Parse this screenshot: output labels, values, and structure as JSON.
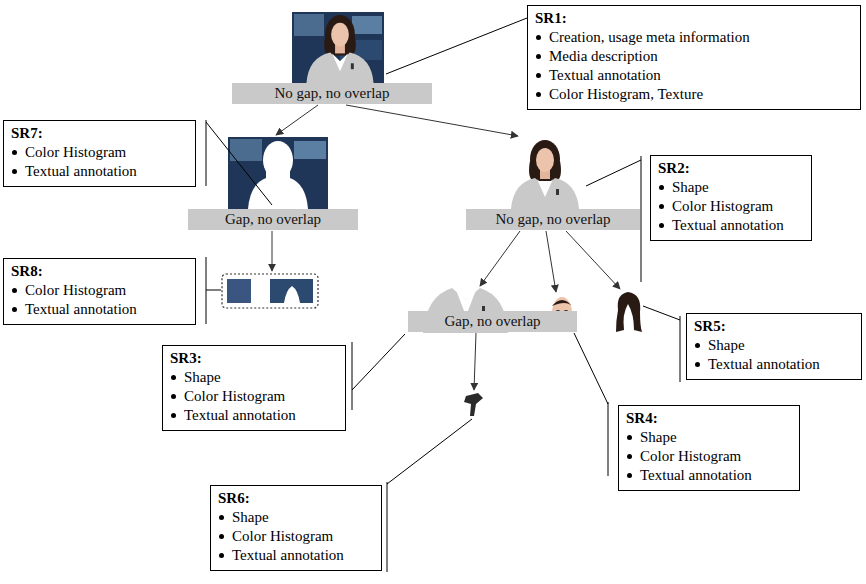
{
  "diagram": {
    "nodes": [
      {
        "text": [
          "SR1:",
          "Creation, usage meta information",
          "Media description",
          "Textual annotation",
          "Color Histogram, Texture"
        ]
      },
      {
        "text": [
          "No gap, no overlap"
        ]
      },
      {
        "text": [
          "SR7:",
          "Color Histogram",
          "Textual annotation"
        ]
      },
      {
        "text": [
          "SR2:",
          "Shape",
          "Color Histogram",
          "Textual annotation"
        ]
      },
      {
        "text": [
          "Gap, no overlap"
        ]
      },
      {
        "text": [
          "No gap, no overlap"
        ]
      },
      {
        "text": [
          "SR8:",
          "Color Histogram",
          "Textual annotation"
        ]
      },
      {
        "text": [
          "Gap, no overlap"
        ]
      },
      {
        "text": [
          "SR5:",
          "Shape",
          "Textual annotation"
        ]
      },
      {
        "text": [
          "SR3:",
          "Shape",
          "Color Histogram",
          "Textual annotation"
        ]
      },
      {
        "text": [
          "SR4:",
          "Shape",
          "Color Histogram",
          "Textual annotation"
        ]
      },
      {
        "text": [
          "SR6:",
          "Shape",
          "Color Histogram",
          "Textual annotation"
        ]
      }
    ]
  }
}
